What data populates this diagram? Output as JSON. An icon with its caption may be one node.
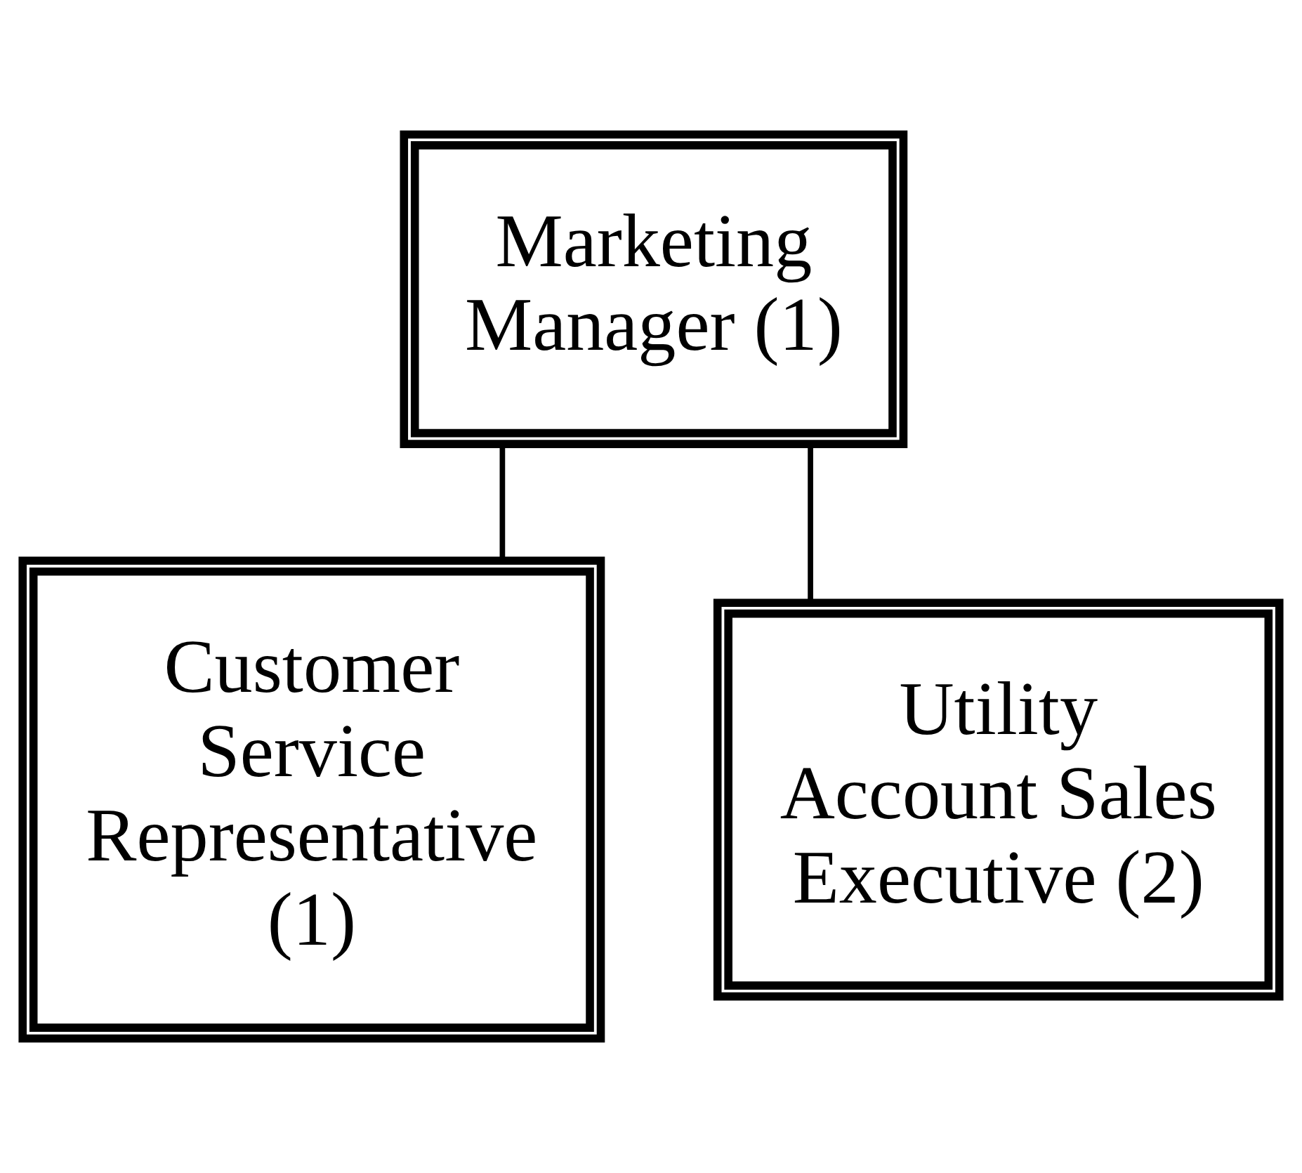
{
  "diagram": {
    "nodes": [
      {
        "text": [
          "Marketing Manager (1)"
        ]
      },
      {
        "text": [
          "Customer Service Representative (1)"
        ]
      },
      {
        "text": [
          "Utility Account Sales Executive (2)"
        ]
      }
    ],
    "edges": [
      {
        "from": 0,
        "to": 1,
        "arrow": "none"
      },
      {
        "from": 0,
        "to": 2,
        "arrow": "none"
      }
    ]
  }
}
